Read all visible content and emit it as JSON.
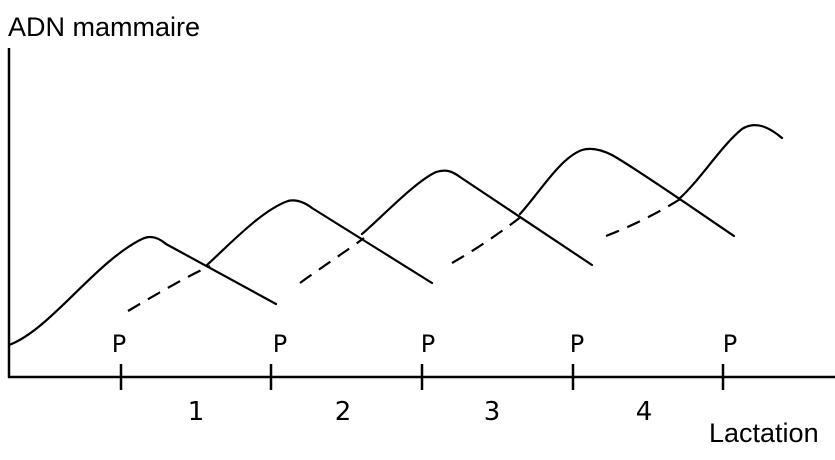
{
  "y_axis_title": "ADN mammaire",
  "x_axis_title": "Lactation",
  "parturition_label": "P",
  "parturitions": [
    "P",
    "P",
    "P",
    "P",
    "P"
  ],
  "lactation_periods": [
    "1",
    "2",
    "3",
    "4"
  ]
}
